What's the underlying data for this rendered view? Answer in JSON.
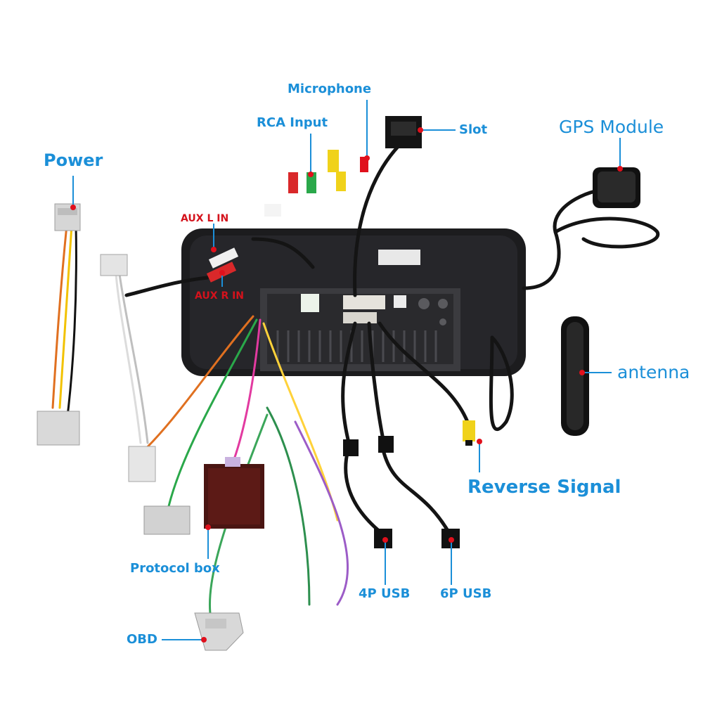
{
  "labels": {
    "power": "Power",
    "microphone": "Microphone",
    "rca_input": "RCA Input",
    "slot": "Slot",
    "gps_module": "GPS Module",
    "aux_l_in": "AUX L IN",
    "aux_r_in": "AUX R IN",
    "antenna": "antenna",
    "reverse_signal": "Reverse Signal",
    "protocol_box": "Protocol box",
    "obd": "OBD",
    "usb_4p": "4P USB",
    "usb_6p": "6P USB"
  },
  "colors": {
    "label_blue": "#1b8fd8",
    "label_red": "#d4121c",
    "marker_red": "#e0101c",
    "leader_line": "#1b8fd8",
    "unit_body": "#1c1c1e"
  }
}
